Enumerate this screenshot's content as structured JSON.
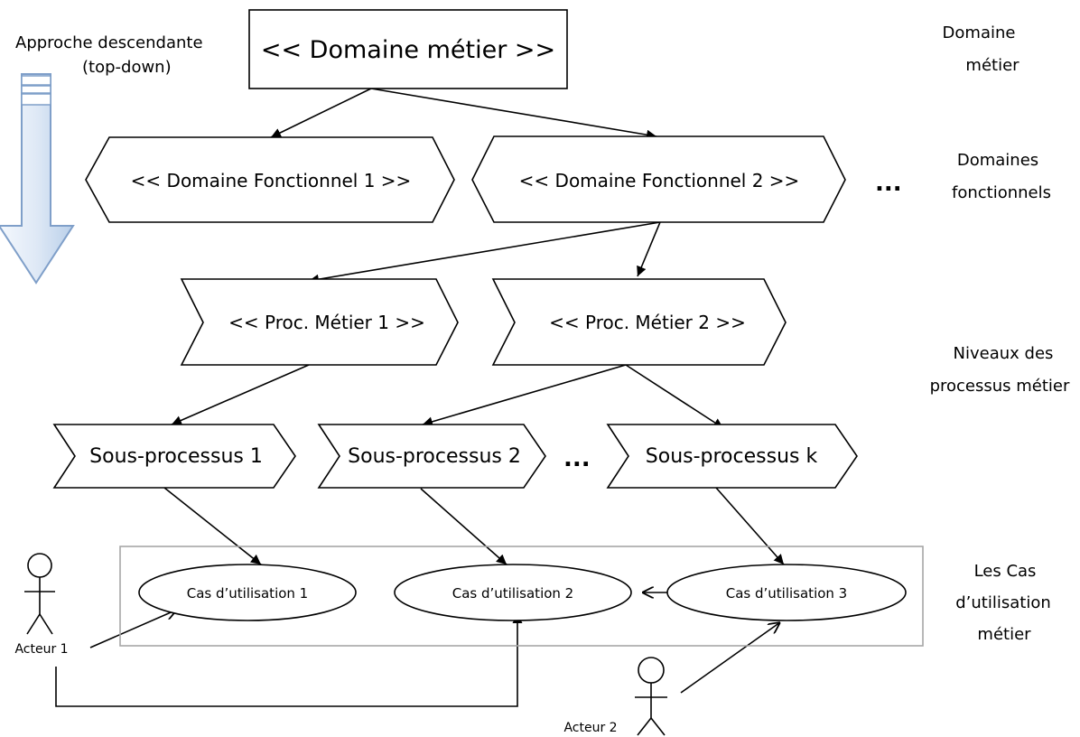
{
  "approach": {
    "line1": "Approche descendante",
    "line2": "(top-down)"
  },
  "nodes": {
    "domaine_metier": "<< Domaine métier >>",
    "domaine_fonctionnel_1": "<< Domaine Fonctionnel 1 >>",
    "domaine_fonctionnel_2": "<< Domaine Fonctionnel 2 >>",
    "proc_metier_1": "<< Proc. Métier 1 >>",
    "proc_metier_2": "<< Proc. Métier 2 >>",
    "sous_processus_1": "Sous-processus 1",
    "sous_processus_2": "Sous-processus 2",
    "sous_processus_k": "Sous-processus k",
    "cas_1": "Cas d’utilisation 1",
    "cas_2": "Cas d’utilisation 2",
    "cas_3": "Cas d’utilisation 3",
    "acteur_1": "Acteur 1",
    "acteur_2": "Acteur 2",
    "ellipsis": "..."
  },
  "levels": {
    "domaine_metier": [
      "Domaine",
      "métier"
    ],
    "domaines_fonctionnels": [
      "Domaines",
      "fonctionnels"
    ],
    "processus": [
      "Niveaux des",
      "processus métier"
    ],
    "cas": [
      "Les Cas",
      "d’utilisation",
      "métier"
    ]
  },
  "colors": {
    "stroke": "#000000",
    "boundary": "#a6a6a6",
    "arrow_fill_top": "#f4f8fd",
    "arrow_fill_bottom": "#b9cfe9",
    "arrow_stroke": "#7f9fc9"
  }
}
